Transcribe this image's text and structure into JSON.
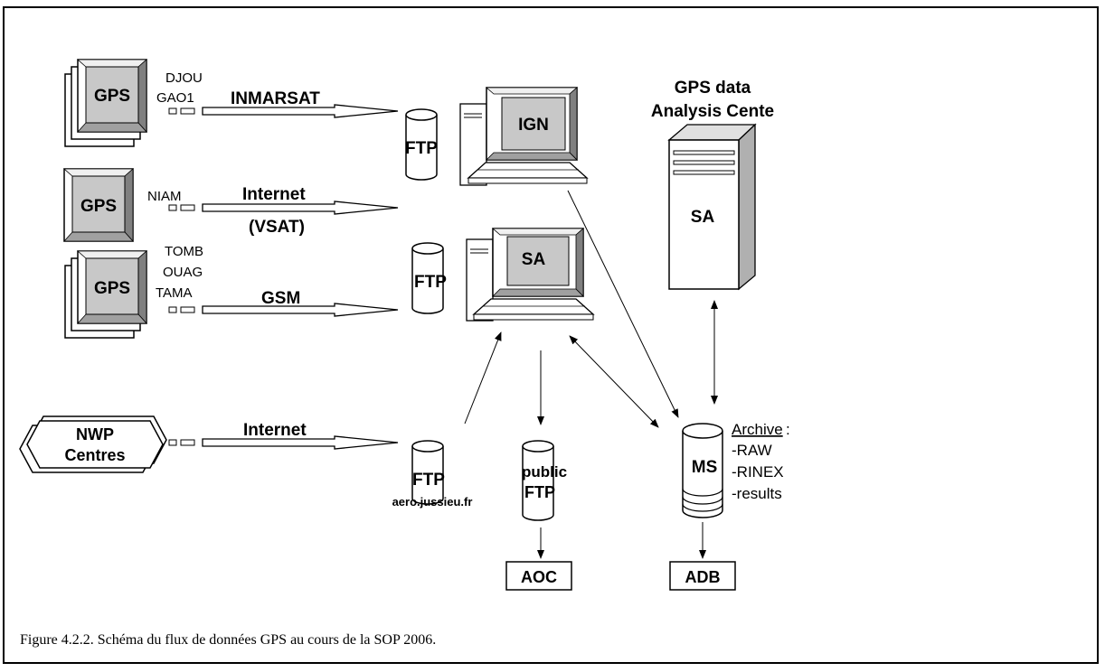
{
  "colors": {
    "line": "#000000",
    "fill_light": "#ffffff",
    "fill_gray": "#c8c8c8",
    "fill_dark": "#808080"
  },
  "gps_groups": [
    {
      "label": "GPS",
      "stations": [
        "DJOU",
        "GAO1"
      ]
    },
    {
      "label": "GPS",
      "stations": [
        "NIAM"
      ]
    },
    {
      "label": "GPS",
      "stations": [
        "TOMB",
        "OUAG",
        "TAMA"
      ]
    }
  ],
  "links": {
    "inmarsat": "INMARSAT",
    "internet_vsat_line1": "Internet",
    "internet_vsat_line2": "(VSAT)",
    "gsm": "GSM",
    "internet": "Internet"
  },
  "nwp": {
    "line1": "NWP",
    "line2": "Centres"
  },
  "servers": {
    "ftp1": "FTP",
    "ftp2": "FTP",
    "ftp3": "FTP",
    "ftp3_host": "aero.jussieu.fr",
    "public_ftp_line1": "public",
    "public_ftp_line2": "FTP"
  },
  "computers": {
    "ign": "IGN",
    "sa": "SA"
  },
  "analysis_center": {
    "title_line1": "GPS data",
    "title_line2": "Analysis Cente",
    "tower_label": "SA"
  },
  "ms": {
    "label": "MS",
    "archive_title": "Archive",
    "archive_colon": ":",
    "archive_items": [
      "-RAW",
      "-RINEX",
      "-results"
    ]
  },
  "outputs": {
    "aoc": "AOC",
    "adb": "ADB"
  },
  "caption": "Figure 4.2.2. Schéma du flux de données GPS au cours de la SOP 2006."
}
